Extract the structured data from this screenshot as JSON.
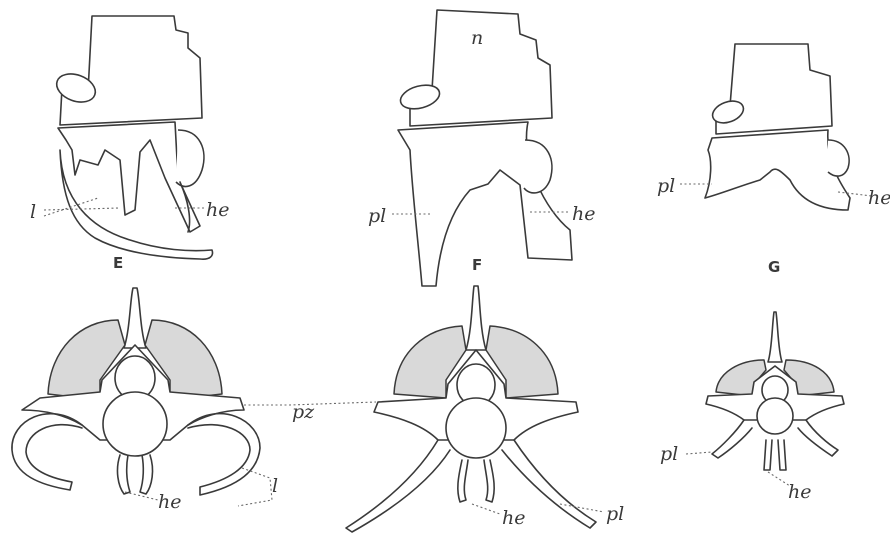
{
  "figure": {
    "panel_letters": [
      "E",
      "F",
      "G"
    ],
    "labels": {
      "n": "n",
      "l": "l",
      "he": "he",
      "pl": "pl",
      "pz": "pz"
    }
  }
}
